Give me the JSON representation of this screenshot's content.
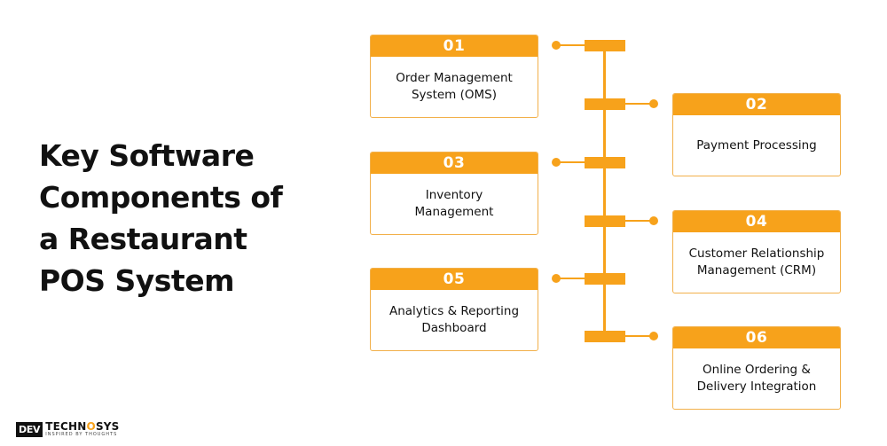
{
  "title_lines": [
    "Key Software",
    "Components of",
    "a Restaurant",
    "POS System"
  ],
  "accent_color": "#f7a21b",
  "cards": [
    {
      "number": "01",
      "text_lines": [
        "Order Management",
        "System (OMS)"
      ],
      "side": "left"
    },
    {
      "number": "02",
      "text_lines": [
        "Payment Processing"
      ],
      "side": "right"
    },
    {
      "number": "03",
      "text_lines": [
        "Inventory",
        "Management"
      ],
      "side": "left"
    },
    {
      "number": "04",
      "text_lines": [
        "Customer Relationship",
        "Management (CRM)"
      ],
      "side": "right"
    },
    {
      "number": "05",
      "text_lines": [
        "Analytics & Reporting",
        "Dashboard"
      ],
      "side": "left"
    },
    {
      "number": "06",
      "text_lines": [
        "Online Ordering &",
        "Delivery Integration"
      ],
      "side": "right"
    }
  ],
  "logo": {
    "mark": "DEV",
    "word_left": "TECHN",
    "word_o": "O",
    "word_right": "SYS",
    "tagline": "INSPIRED BY THOUGHTS"
  }
}
